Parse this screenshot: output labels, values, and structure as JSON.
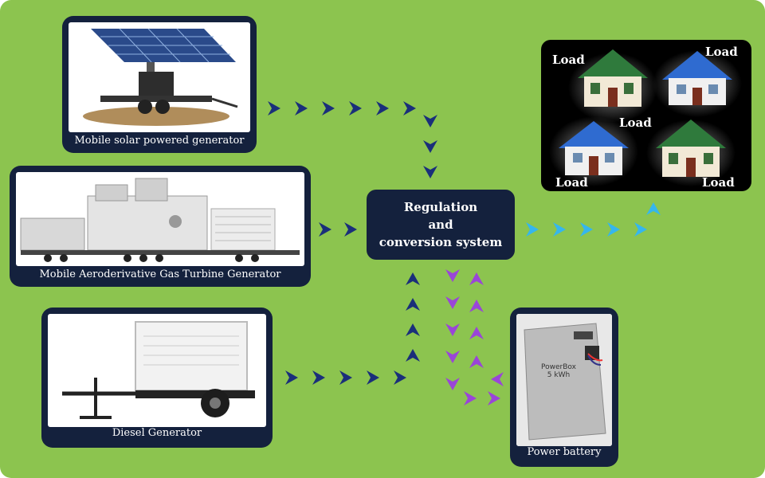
{
  "sources": {
    "solar": {
      "caption": "Mobile solar powered generator",
      "icon": "solar-trailer-icon"
    },
    "turbine": {
      "caption": "Mobile Aeroderivative Gas Turbine Generator",
      "icon": "gas-turbine-icon"
    },
    "diesel": {
      "caption": "Diesel Generator",
      "icon": "diesel-generator-icon"
    }
  },
  "center": {
    "line1": "Regulation",
    "line2": "and",
    "line3": "conversion system"
  },
  "loads": {
    "labels": [
      "Load",
      "Load",
      "Load",
      "Load",
      "Load"
    ]
  },
  "battery": {
    "caption": "Power battery",
    "label_line1": "PowerBox",
    "label_line2": "5 kWh",
    "icon": "battery-icon"
  },
  "colors": {
    "background": "#8cc44f",
    "panel": "#14213d",
    "arrow_in": "#1a2f7a",
    "arrow_out": "#35b6ee",
    "arrow_battery": "#9a45d8"
  }
}
